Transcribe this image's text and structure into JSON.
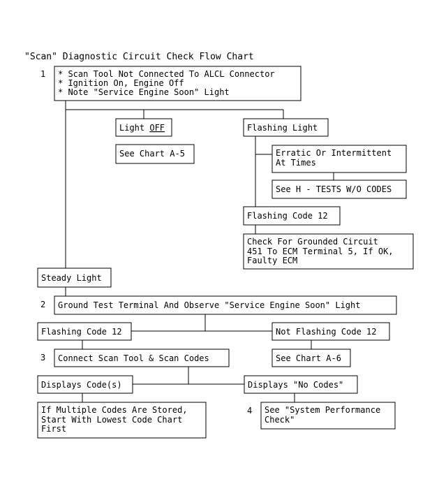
{
  "title": "\"Scan\" Diagnostic Circuit Check Flow Chart",
  "steps": {
    "s1": "1",
    "s2": "2",
    "s3": "3",
    "s4": "4"
  },
  "boxes": {
    "start": [
      "* Scan Tool Not Connected To ALCL Connector",
      "* Ignition On, Engine Off",
      "* Note \"Service Engine Soon\" Light"
    ],
    "light_off_pre": "Light ",
    "light_off_word": "OFF",
    "see_chart_a5": "See Chart A-5",
    "flashing_light": "Flashing Light",
    "erratic": [
      "Erratic Or Intermittent",
      "At Times"
    ],
    "see_h_tests": "See H - TESTS W/O CODES",
    "flashing_code_12_top": "Flashing Code 12",
    "check_grounded": [
      "Check For Grounded Circuit",
      "451 To ECM Terminal 5, If OK,",
      "Faulty ECM"
    ],
    "steady_light": "Steady Light",
    "ground_test": "Ground Test Terminal And Observe \"Service Engine Soon\" Light",
    "flashing_code_12": "Flashing Code 12",
    "not_flashing_code_12": "Not Flashing Code 12",
    "connect_scan": "Connect Scan Tool & Scan Codes",
    "see_chart_a6": "See Chart A-6",
    "displays_codes": "Displays Code(s)",
    "displays_no_codes": "Displays \"No Codes\"",
    "multiple_codes": [
      "If Multiple Codes Are Stored,",
      "Start With Lowest Code Chart",
      "First"
    ],
    "system_performance": [
      "See \"System Performance",
      "Check\""
    ]
  }
}
